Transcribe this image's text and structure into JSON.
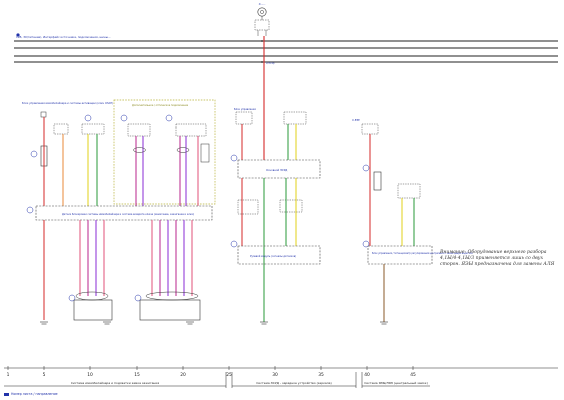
{
  "top": {
    "connector_label": "Х.....",
    "bus_label": "12В, 30(питание), Интерфейс источника, подключения, шины...",
    "wire_code": "0,35 Кр"
  },
  "blocks": {
    "left_header": "Блок управления иммобилайзера и системы активации (ключ ОЗАП)",
    "left_dashed_title": "Дополнительное / оптическое подключение",
    "left_module": "Датчик блокировки системы иммобилайзера и система возврата ключа (зажигание, зажигание и ключ)",
    "mid_header": "Блок управления",
    "mid_module1": "Основной ЭСУД",
    "mid_module2": "Рулевой модуль (сигналы датчиков)",
    "right_header": "Х-ЕЭЕ",
    "right_module": "Блок управления / потенциометр регулирования центрального замка двери водителя"
  },
  "note": "Внимание: Оборудование верхнего разбора 4,1Ы/4-4,1Ы/3 применяется лишь со двух сторон. ЯЭЫ предназначена для замены АЛЯ",
  "footer": {
    "ticks": [
      "1",
      "5",
      "10",
      "15",
      "20",
      "25",
      "30",
      "35",
      "40",
      "45"
    ],
    "sections": [
      "Система иммобилайзера и подсветки замка зажигания",
      "Система ЭСУД - зарядное устройство (зеркала)",
      "Система ЯЭЫ/ЛЯЭ (центральный замок)"
    ],
    "legend": "Номер листа / направление"
  },
  "colors": {
    "red": "#d42a2a",
    "pink": "#e0527a",
    "magenta": "#b8248c",
    "purple": "#8a2bd6",
    "green": "#2a9a3a",
    "yellow": "#e2d21a",
    "orange": "#e88a3a",
    "brown": "#8a5a2a",
    "blue_text": "#2233aa",
    "dashed": "#666666"
  }
}
